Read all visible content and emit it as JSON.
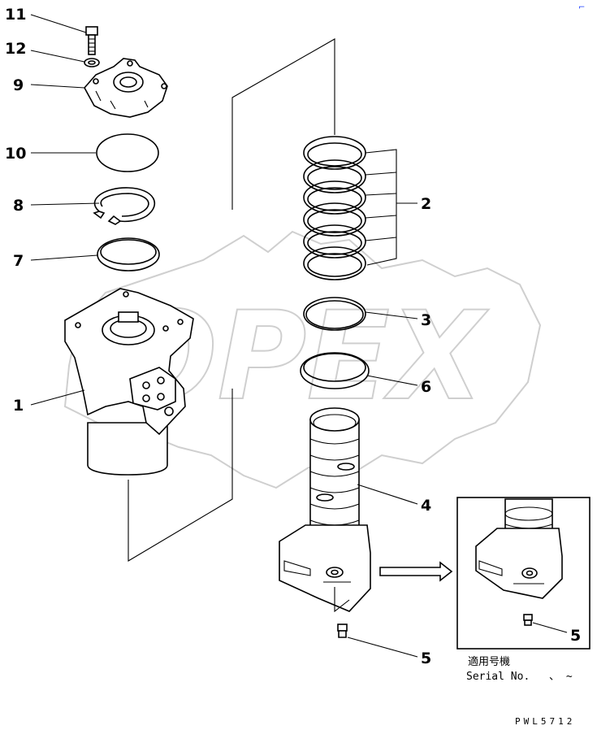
{
  "watermark": {
    "text": "OPEX"
  },
  "callouts": [
    {
      "id": "c11",
      "label": "11"
    },
    {
      "id": "c12",
      "label": "12"
    },
    {
      "id": "c9",
      "label": "9"
    },
    {
      "id": "c10",
      "label": "10"
    },
    {
      "id": "c8",
      "label": "8"
    },
    {
      "id": "c7",
      "label": "7"
    },
    {
      "id": "c1",
      "label": "1"
    },
    {
      "id": "c2",
      "label": "2"
    },
    {
      "id": "c3",
      "label": "3"
    },
    {
      "id": "c6",
      "label": "6"
    },
    {
      "id": "c4",
      "label": "4"
    },
    {
      "id": "c5a",
      "label": "5"
    },
    {
      "id": "c5b",
      "label": "5"
    }
  ],
  "inset": {
    "applicable_models_label": "適用号機",
    "serial_label": "Serial No.",
    "serial_range": "、 ~"
  },
  "drawing_code": "PWL5712",
  "corner_mark": "⌐"
}
